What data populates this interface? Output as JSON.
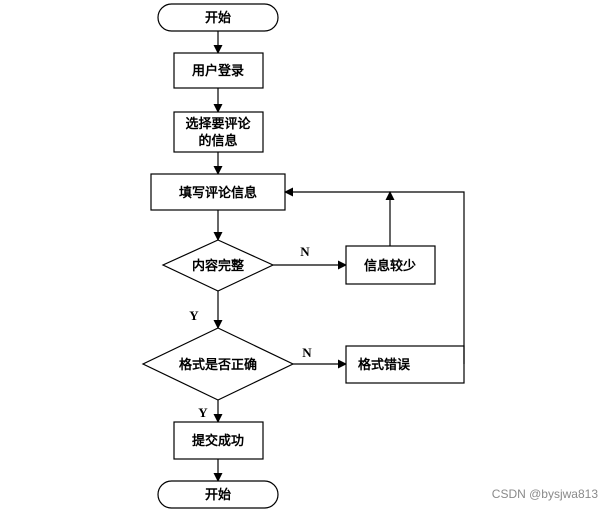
{
  "flowchart": {
    "start_label": "开始",
    "login_label": "用户登录",
    "select_line1": "选择要评论",
    "select_line2": "的信息",
    "fill_label": "填写评论信息",
    "complete_label": "内容完整",
    "little_info_label": "信息较少",
    "format_check_label": "格式是否正确",
    "format_error_label": "格式错误",
    "submit_label": "提交成功",
    "end_label": "开始",
    "no_label_1": "N",
    "yes_label_1": "Y",
    "no_label_2": "N",
    "yes_label_2": "Y"
  },
  "watermark": "CSDN @bysjwa813"
}
